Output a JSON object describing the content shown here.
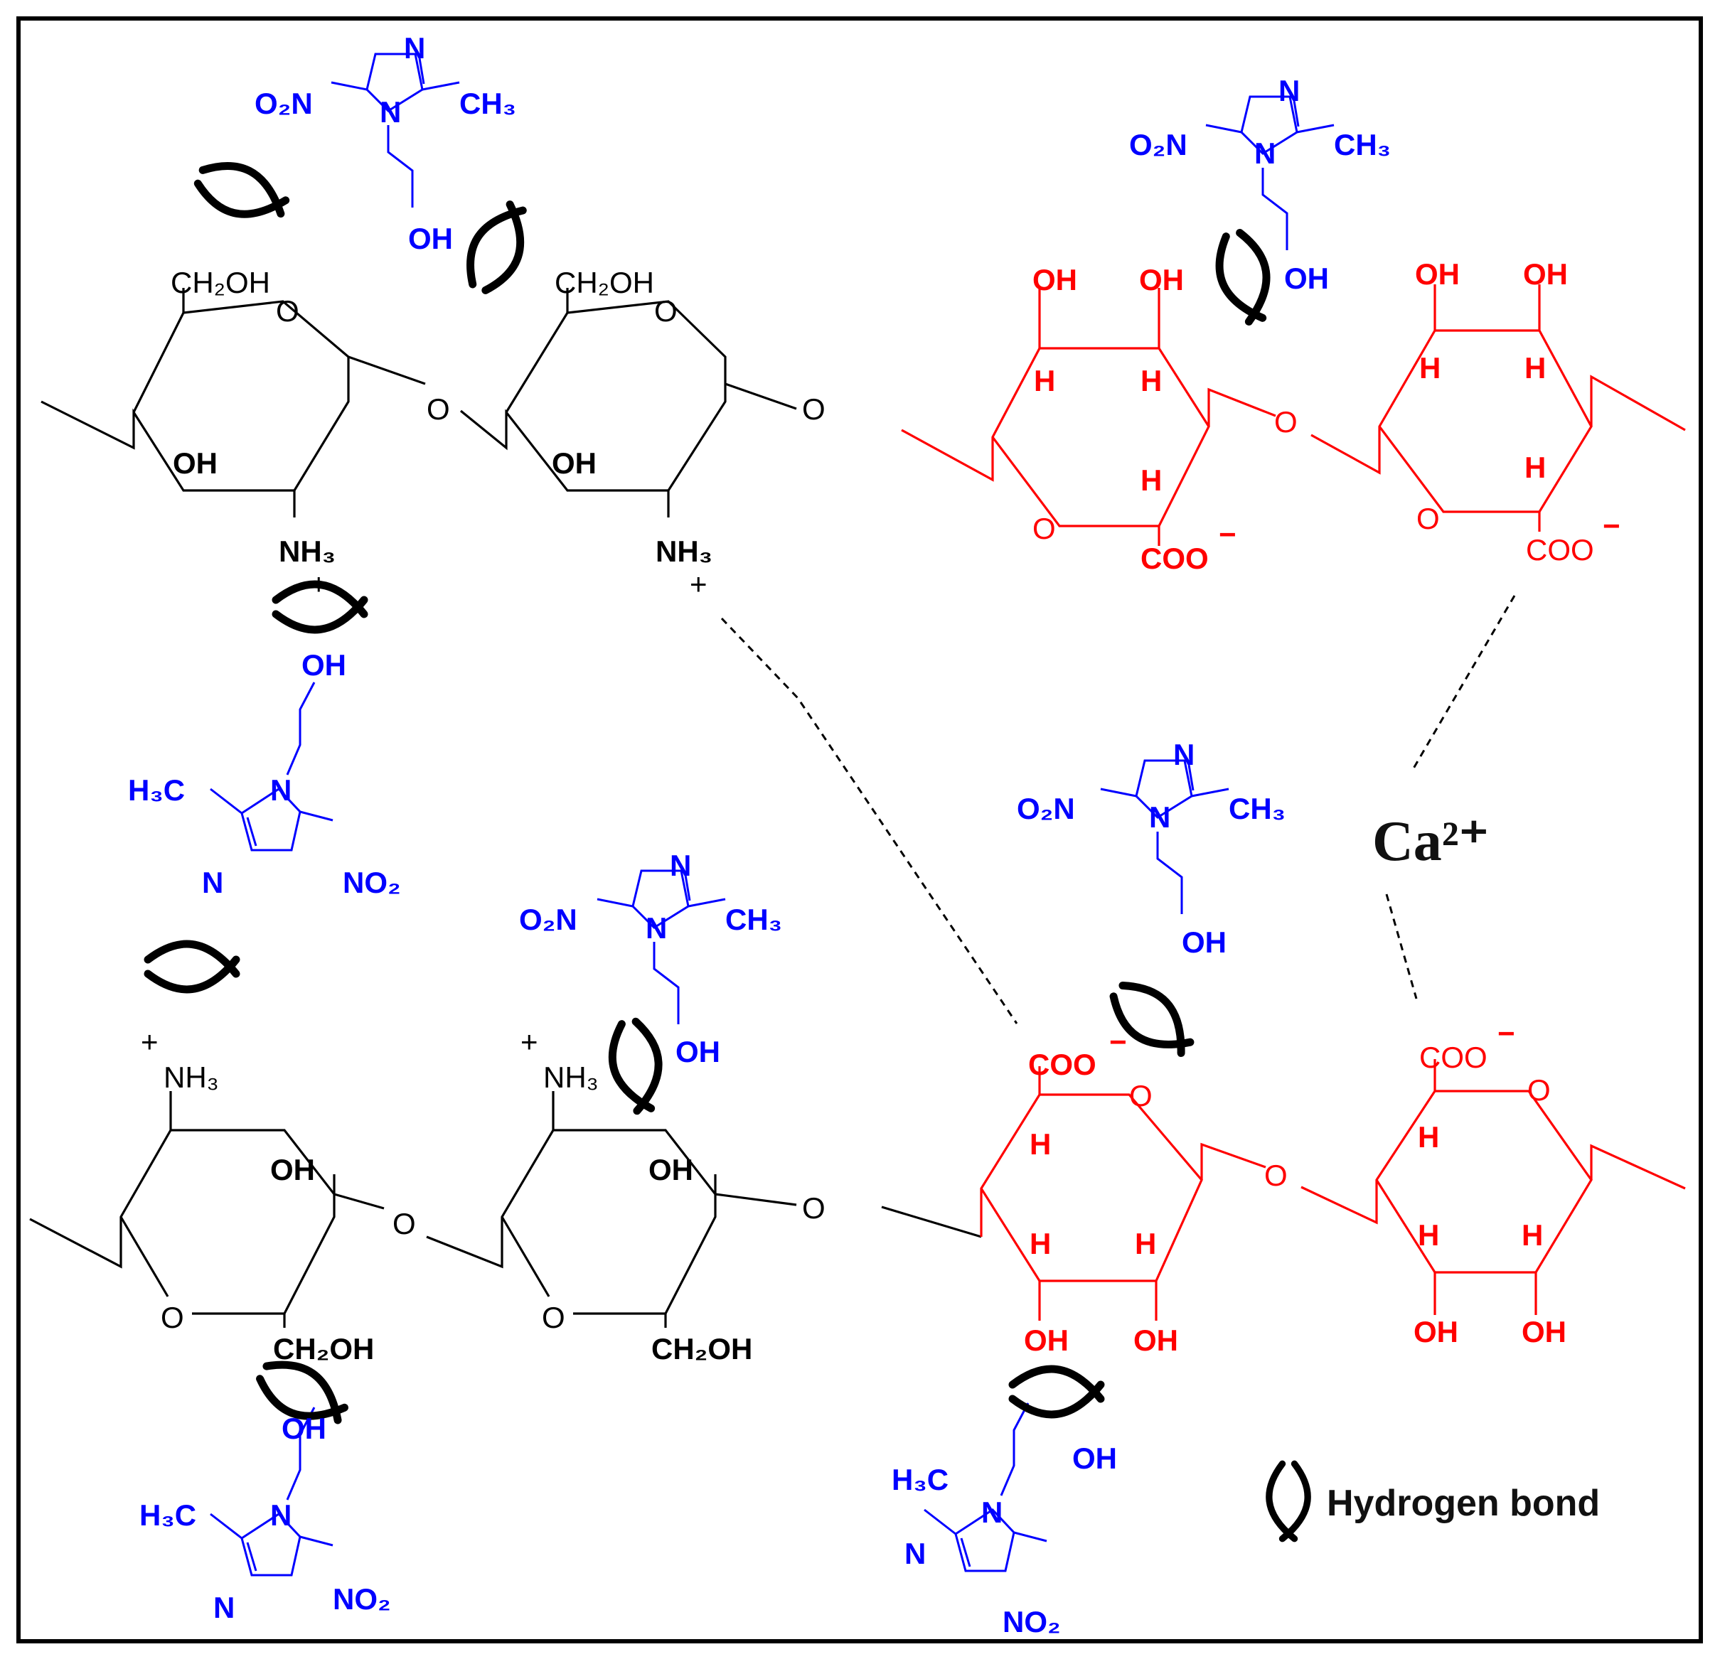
{
  "colors": {
    "chitosan": "#000000",
    "alginate": "#ff0000",
    "drug": "#0000ff",
    "background": "#ffffff"
  },
  "labels": {
    "o": "O",
    "ch2oh": "CH₂OH",
    "oh": "OH",
    "h": "H",
    "nh3": "NH₃",
    "plus": "+",
    "coo": "COO",
    "minus": "−",
    "n": "N",
    "ch3": "CH₃",
    "h3c": "H₃C",
    "no2": "NO₂",
    "o2n": "O₂N",
    "ca": "Ca²⁺"
  },
  "legend": {
    "icon": "hydrogen-bond-icon",
    "text": "Hydrogen bond"
  }
}
